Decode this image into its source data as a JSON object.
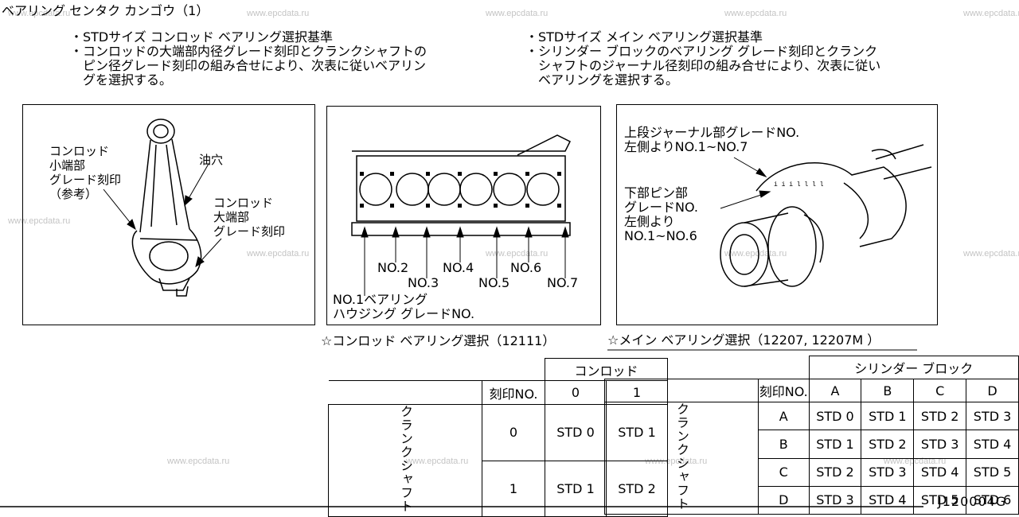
{
  "page_title": "ベアリング センタク カンゴウ（1）",
  "code": "J120004G",
  "watermark": "www.epcdata.ru",
  "notes_left": [
    "・STDサイズ コンロッド ベアリング選択基準",
    "・コンロッドの大端部内径グレード刻印とクランクシャフトの",
    "　ピン径グレード刻印の組み合せにより、次表に従いベアリン",
    "　グを選択する。"
  ],
  "notes_right": [
    "・STDサイズ メイン ベアリング選択基準",
    "・シリンダー ブロックのベアリング グレード刻印とクランク",
    "　シャフトのジャーナル径刻印の組み合せにより、次表に従い",
    "　ベアリングを選択する。"
  ],
  "fig1": {
    "label_small_end": [
      "コンロッド",
      "小端部",
      "グレード刻印",
      "（参考）"
    ],
    "label_oil_hole": "油穴",
    "label_big_end": [
      "コンロッド",
      "大端部",
      "グレード刻印"
    ]
  },
  "fig2": {
    "no1": "NO.1ベアリング",
    "no1_b": "ハウジング グレードNO.",
    "no2": "NO.2",
    "no3": "NO.3",
    "no4": "NO.4",
    "no5": "NO.5",
    "no6": "NO.6",
    "no7": "NO.7"
  },
  "fig3": {
    "upper": [
      "上段ジャーナル部グレードNO.",
      "左側よりNO.1~NO.7"
    ],
    "lower": [
      "下部ピン部",
      "グレードNO.",
      "左側より",
      "NO.1~NO.6"
    ]
  },
  "conrod_table": {
    "title": "☆コンロッド ベアリング選択（12111）",
    "col_group": "コンロッド",
    "corner": "刻印NO.",
    "cols": [
      "0",
      "1"
    ],
    "row_group": "クランクシャフト",
    "rows": [
      {
        "label": "0",
        "cells": [
          "STD 0",
          "STD 1"
        ]
      },
      {
        "label": "1",
        "cells": [
          "STD 1",
          "STD 2"
        ]
      }
    ]
  },
  "main_table": {
    "title": "☆メイン ベアリング選択（12207, 12207M ）",
    "col_group": "シリンダー ブロック",
    "corner": "刻印NO.",
    "cols": [
      "A",
      "B",
      "C",
      "D"
    ],
    "row_group": "クランクシャフト",
    "rows": [
      {
        "label": "A",
        "cells": [
          "STD 0",
          "STD 1",
          "STD 2",
          "STD 3"
        ]
      },
      {
        "label": "B",
        "cells": [
          "STD 1",
          "STD 2",
          "STD 3",
          "STD 4"
        ]
      },
      {
        "label": "C",
        "cells": [
          "STD 2",
          "STD 3",
          "STD 4",
          "STD 5"
        ]
      },
      {
        "label": "D",
        "cells": [
          "STD 3",
          "STD 4",
          "STD 5",
          "STD 6"
        ]
      }
    ]
  }
}
